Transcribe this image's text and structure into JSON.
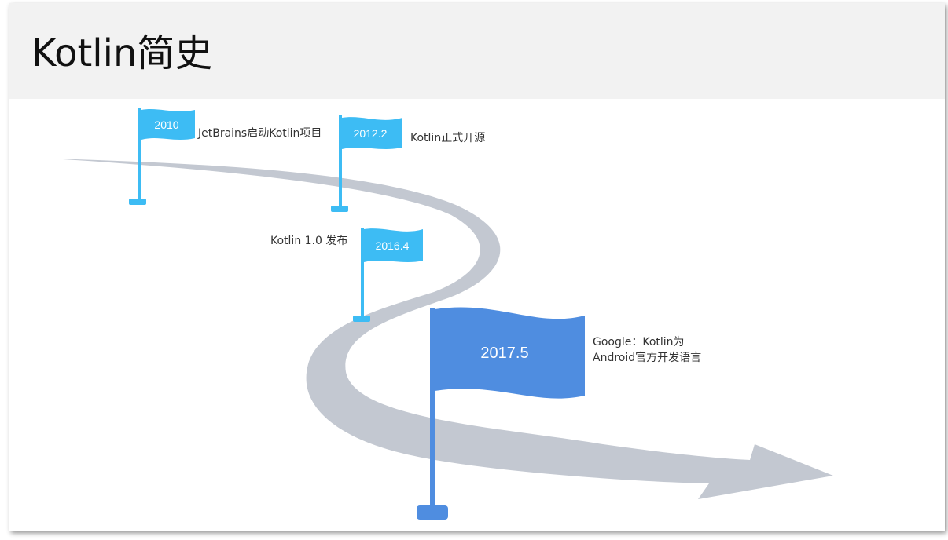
{
  "slide": {
    "title": "Kotlin简史"
  },
  "colors": {
    "title_band": "#f2f2f2",
    "road": "#c3c8d1",
    "flag_small": "#3dbcf4",
    "flag_large": "#4f8de0"
  },
  "milestones": [
    {
      "date": "2010",
      "event": "JetBrains启动Kotlin项目"
    },
    {
      "date": "2012.2",
      "event": "Kotlin正式开源"
    },
    {
      "date": "2016.4",
      "event": "Kotlin 1.0 发布"
    },
    {
      "date": "2017.5",
      "event": "Google：Kotlin为Android官方开发语言"
    }
  ]
}
